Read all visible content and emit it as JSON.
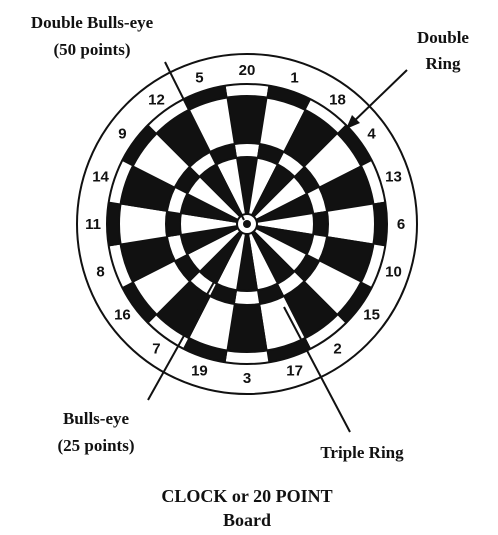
{
  "labels": {
    "double_bullseye_line1": "Double Bulls-eye",
    "double_bullseye_line2": "(50 points)",
    "double_ring_line1": "Double",
    "double_ring_line2": "Ring",
    "bullseye_line1": "Bulls-eye",
    "bullseye_line2": "(25 points)",
    "triple_ring": "Triple Ring"
  },
  "caption": {
    "line1": "CLOCK or 20 POINT",
    "line2": "Board"
  },
  "board": {
    "numbers": [
      "20",
      "1",
      "18",
      "4",
      "13",
      "6",
      "10",
      "15",
      "2",
      "17",
      "3",
      "19",
      "7",
      "16",
      "8",
      "11",
      "14",
      "9",
      "12",
      "5"
    ],
    "colors": {
      "dark": "#111111",
      "light": "#ffffff",
      "line": "#111111"
    }
  }
}
